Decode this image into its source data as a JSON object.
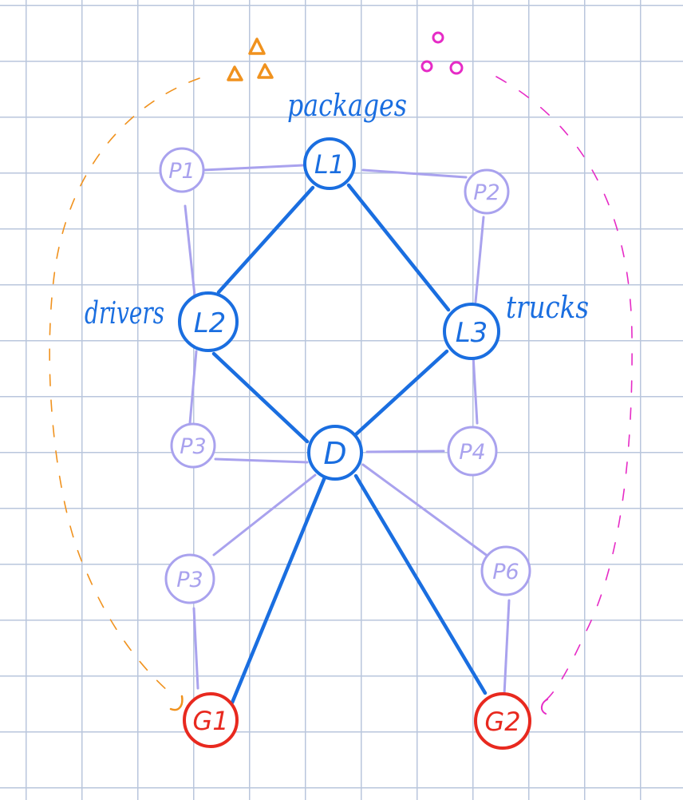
{
  "colors": {
    "blue": "#1a6ee0",
    "lavender": "#a9a2ee",
    "red": "#e8291f",
    "orange": "#f0921e",
    "magenta": "#e62bc6",
    "grid": "#b9c6dc"
  },
  "labels": {
    "packages": "packages",
    "drivers": "drivers",
    "trucks": "trucks"
  },
  "nodes": {
    "L1": "L1",
    "L2": "L2",
    "L3": "L3",
    "D": "D",
    "P1": "P1",
    "P2": "P2",
    "P3": "P3",
    "P4": "P4",
    "P5": "P3",
    "P6": "P6",
    "G1": "G1",
    "G2": "G2"
  },
  "markers": {
    "orange_shape": "triangle",
    "magenta_shape": "circle"
  }
}
